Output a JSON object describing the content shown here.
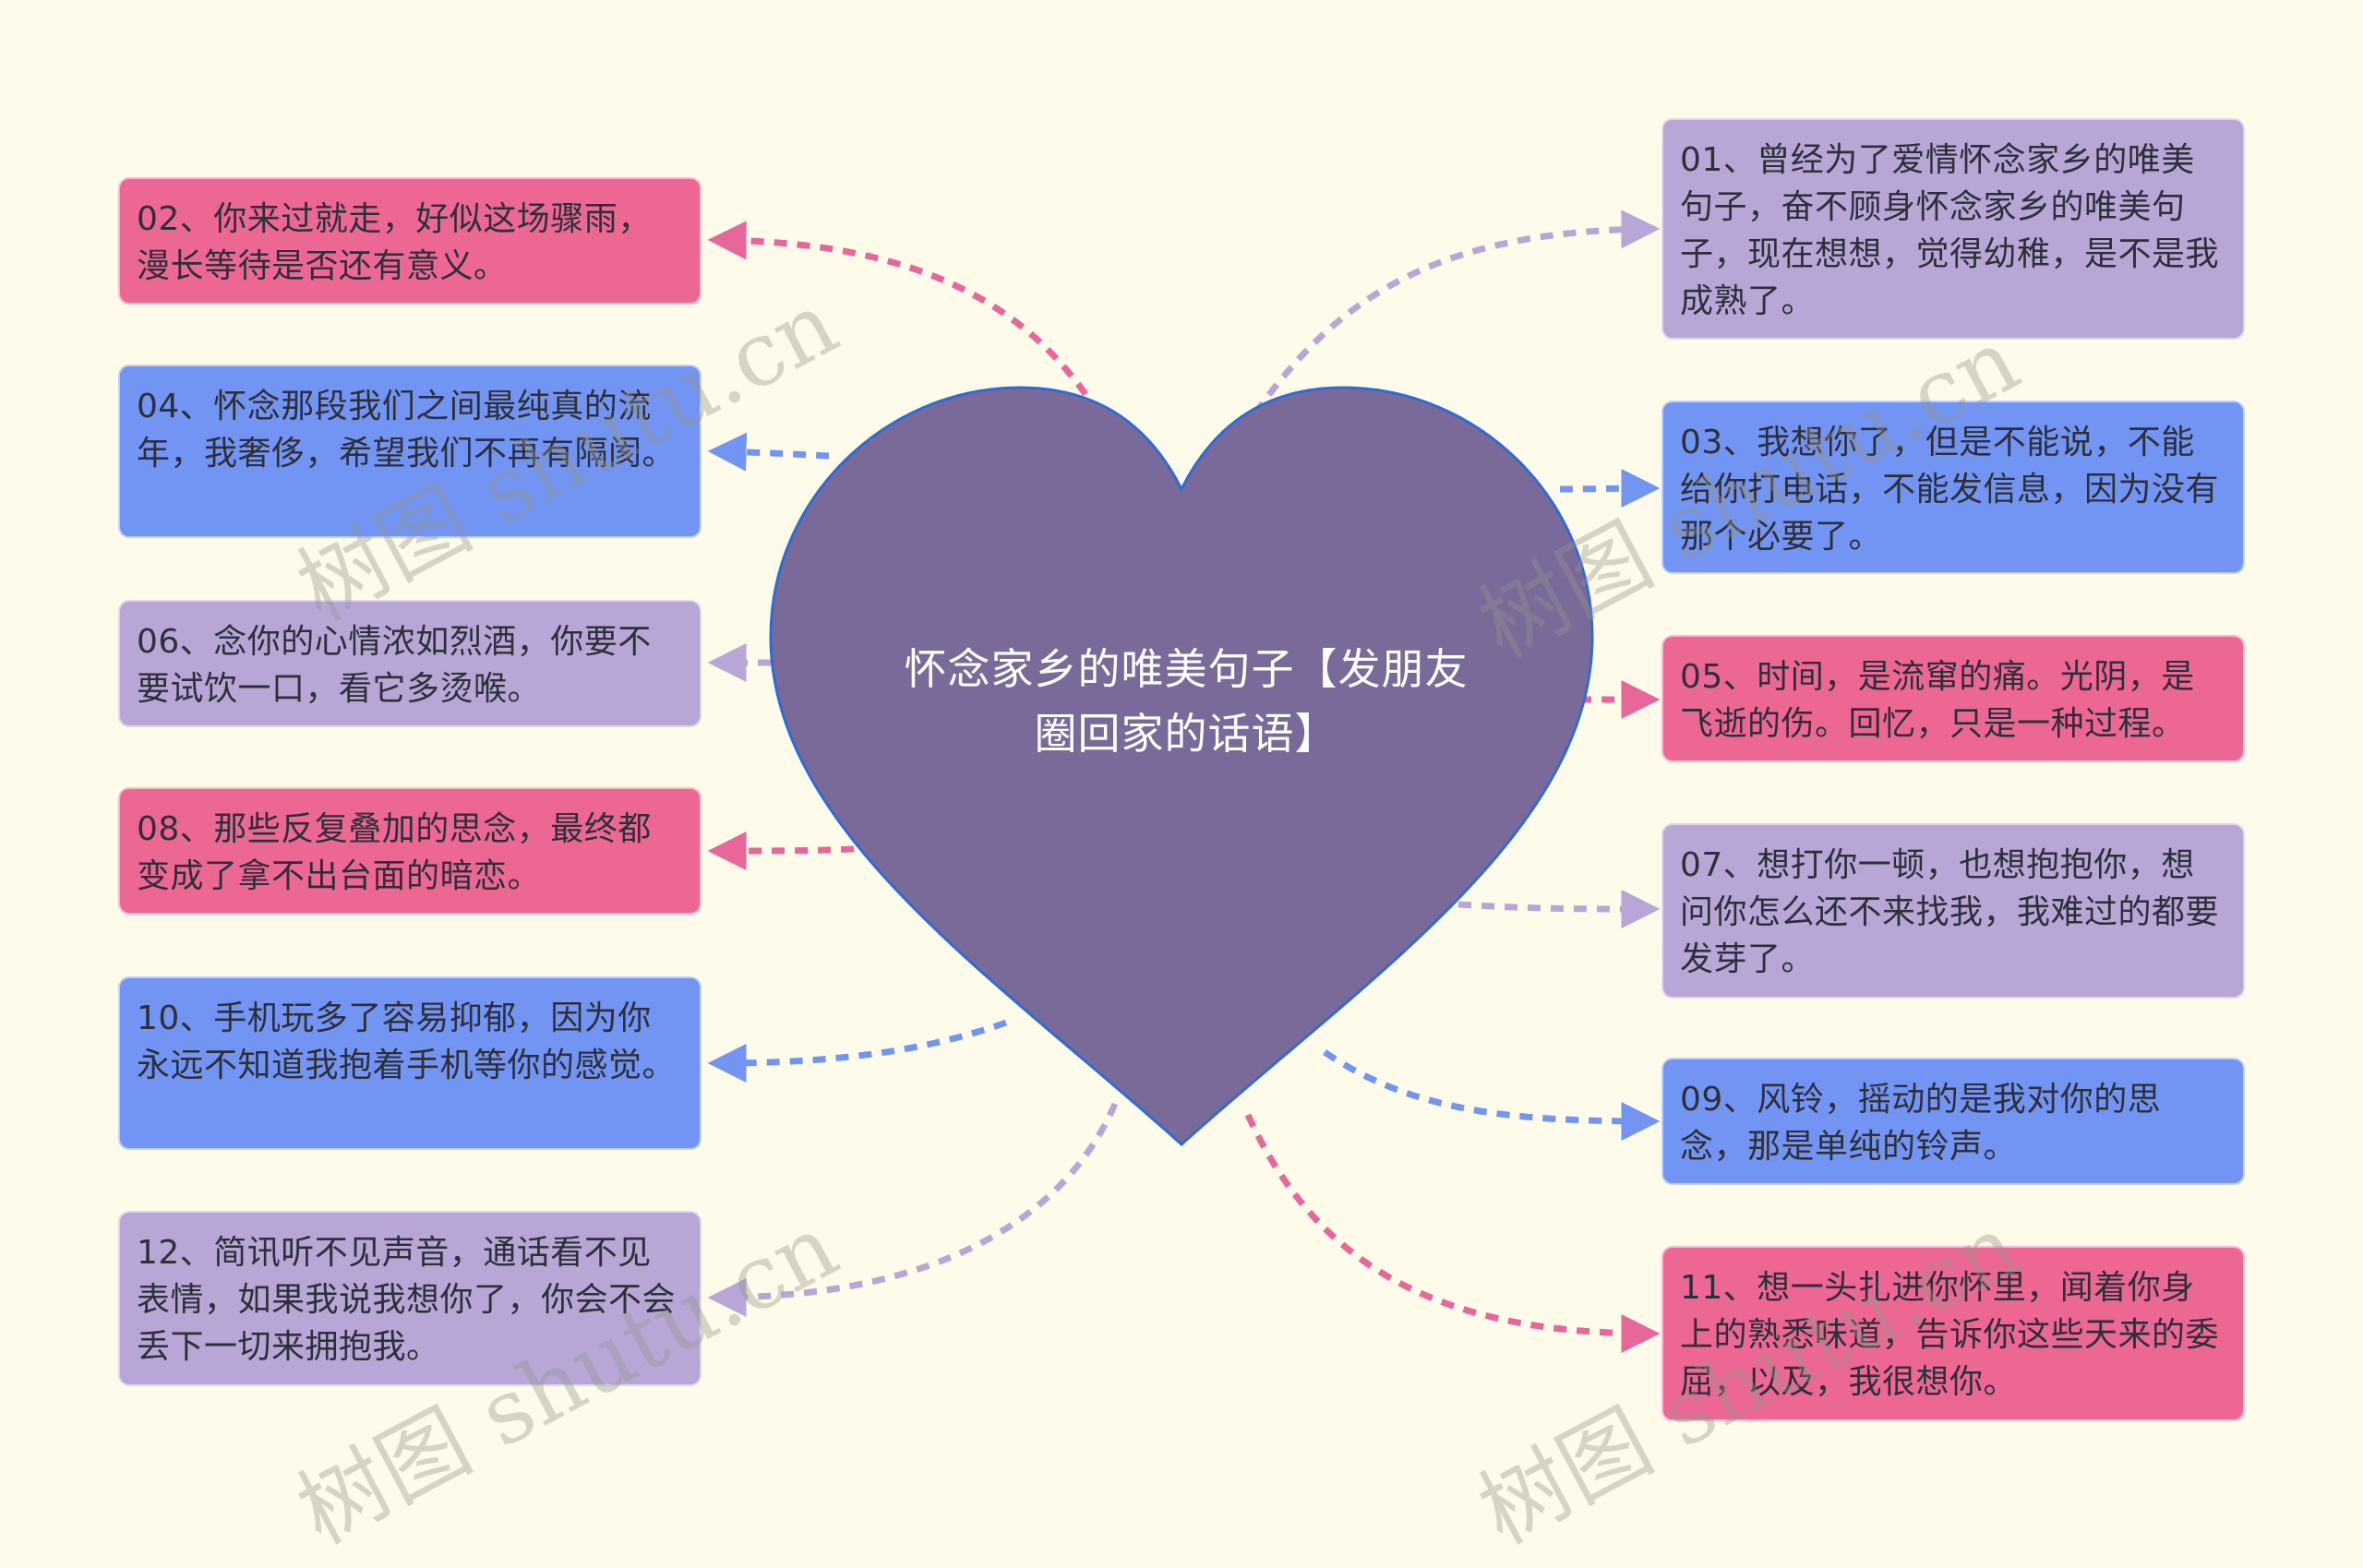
{
  "diagram": {
    "type": "mind-map",
    "background_color": "#fffbeb",
    "center": {
      "title": "怀念家乡的唯美句子【发朋友圈回家的话语】",
      "shape": "heart",
      "fill_color": "#7a6a9a",
      "stroke_color": "#2f6bd4"
    },
    "colors": {
      "pink": "#ed6795",
      "blue": "#7294f2",
      "violet": "#b7a6d6"
    },
    "nodes": [
      {
        "id": "01",
        "side": "right",
        "color": "violet",
        "text": "01、曾经为了爱情怀念家乡的唯美句子，奋不顾身怀念家乡的唯美句子，现在想想，觉得幼稚，是不是我成熟了。"
      },
      {
        "id": "02",
        "side": "left",
        "color": "pink",
        "text": "02、你来过就走，好似这场骤雨，漫长等待是否还有意义。"
      },
      {
        "id": "03",
        "side": "right",
        "color": "blue",
        "text": "03、我想你了，但是不能说，不能给你打电话，不能发信息，因为没有那个必要了。"
      },
      {
        "id": "04",
        "side": "left",
        "color": "blue",
        "text": "04、怀念那段我们之间最纯真的流年，我奢侈，希望我们不再有隔阂。"
      },
      {
        "id": "05",
        "side": "right",
        "color": "pink",
        "text": "05、时间，是流窜的痛。光阴，是飞逝的伤。回忆，只是一种过程。"
      },
      {
        "id": "06",
        "side": "left",
        "color": "violet",
        "text": "06、念你的心情浓如烈酒，你要不要试饮一口，看它多烫喉。"
      },
      {
        "id": "07",
        "side": "right",
        "color": "violet",
        "text": "07、想打你一顿，也想抱抱你，想问你怎么还不来找我，我难过的都要发芽了。"
      },
      {
        "id": "08",
        "side": "left",
        "color": "pink",
        "text": "08、那些反复叠加的思念，最终都变成了拿不出台面的暗恋。"
      },
      {
        "id": "09",
        "side": "right",
        "color": "blue",
        "text": "09、风铃，摇动的是我对你的思念，那是单纯的铃声。"
      },
      {
        "id": "10",
        "side": "left",
        "color": "blue",
        "text": "10、手机玩多了容易抑郁，因为你永远不知道我抱着手机等你的感觉。"
      },
      {
        "id": "11",
        "side": "right",
        "color": "pink",
        "text": "11、想一头扎进你怀里，闻着你身上的熟悉味道，告诉你这些天来的委屈，以及，我很想你。"
      },
      {
        "id": "12",
        "side": "left",
        "color": "violet",
        "text": "12、简讯听不见声音，通话看不见表情，如果我说我想你了，你会不会丢下一切来拥抱我。"
      }
    ],
    "watermarks": [
      "树图 shutu.cn",
      "树图 shutu.cn",
      "树图 shutu.cn",
      "树图 shutu.cn"
    ]
  }
}
